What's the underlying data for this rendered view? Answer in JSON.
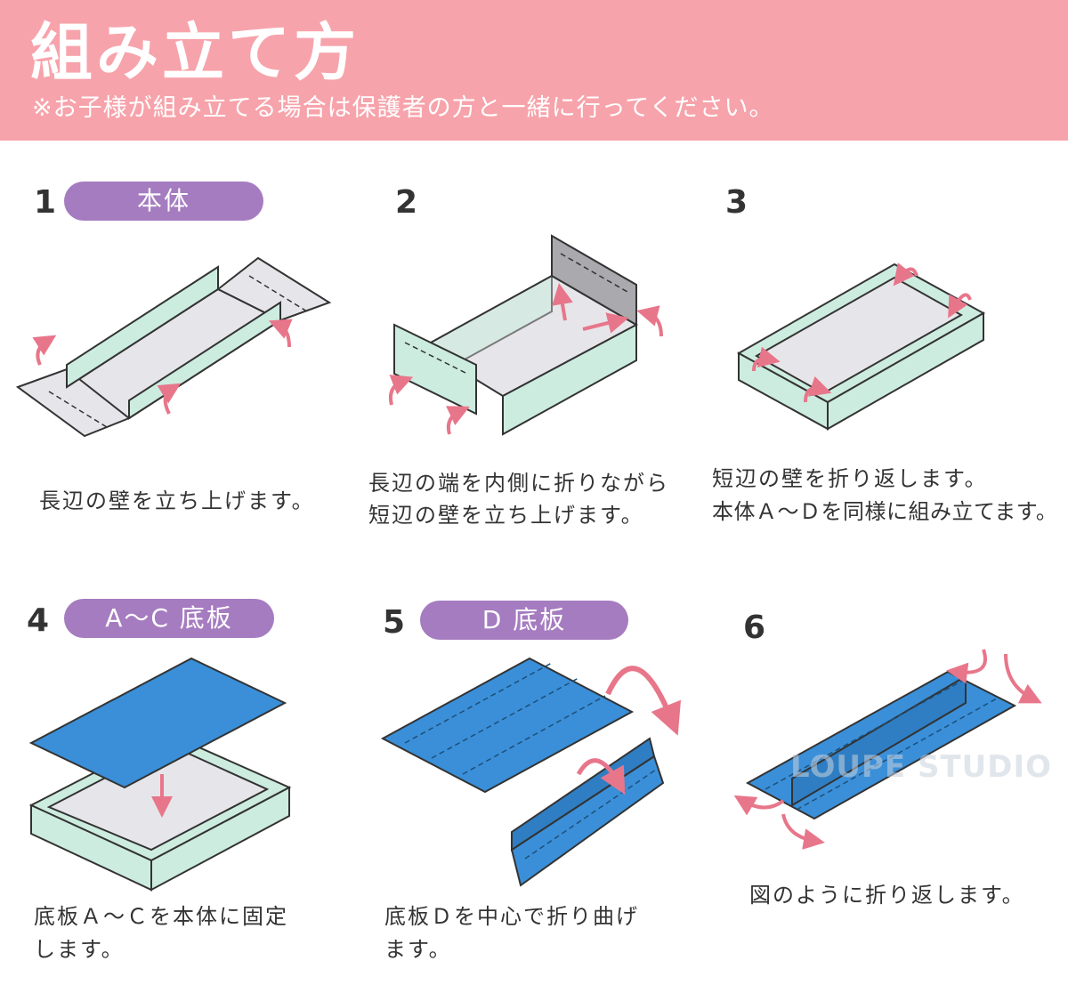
{
  "header": {
    "title": "組み立て方",
    "note": "※お子様が組み立てる場合は保護者の方と一緒に行ってください。"
  },
  "steps": [
    {
      "number": "1",
      "label": "本体",
      "caption": [
        "長辺の壁を立ち上げます。"
      ]
    },
    {
      "number": "2",
      "label": "",
      "caption": [
        "長辺の端を内側に折りながら",
        "短辺の壁を立ち上げます。"
      ]
    },
    {
      "number": "3",
      "label": "",
      "caption": [
        "短辺の壁を折り返します。",
        "本体Ａ～Ｄを同様に組み立てます。"
      ]
    },
    {
      "number": "4",
      "label": "A～C 底板",
      "caption": [
        "底板Ａ～Ｃを本体に固定",
        "します。"
      ]
    },
    {
      "number": "5",
      "label": "D 底板",
      "caption": [
        "底板Ｄを中心で折り曲げ",
        "ます。"
      ]
    },
    {
      "number": "6",
      "label": "",
      "caption": [
        "図のように折り返します。"
      ]
    }
  ],
  "watermark": "LOUPE STUDIO",
  "colors": {
    "header": "#f7a3ab",
    "pill": "#a57cc0",
    "box_mint": "#cdece0",
    "floor_gray": "#e6e6ea",
    "board_blue": "#3a8fd8",
    "arrow_pink": "#e8768a"
  }
}
